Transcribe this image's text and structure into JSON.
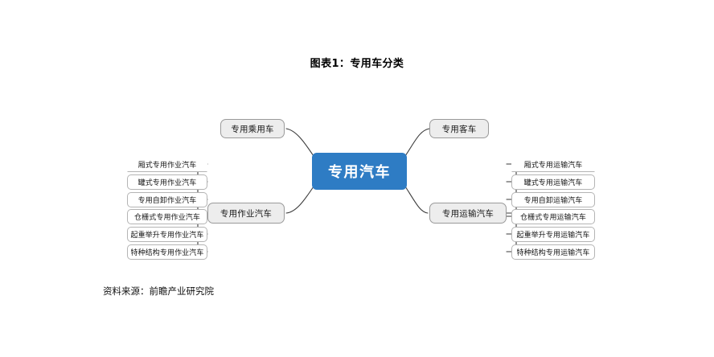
{
  "title": "图表1：专用车分类",
  "source": "资料来源：前瞻产业研究院",
  "colors": {
    "center_fill": "#2e7cc4",
    "center_text": "#ffffff",
    "branch_fill": "#ededed",
    "branch_border": "#9a9a9a",
    "leaf_fill": "#ffffff",
    "leaf_border": "#b4b4b4",
    "connector": "#3a3a3a",
    "background": "#ffffff"
  },
  "diagram": {
    "type": "mind-map",
    "center": {
      "label": "专用汽车"
    },
    "branches": [
      {
        "id": "passenger",
        "label": "专用乘用车",
        "side": "left",
        "position": "top",
        "leaves": []
      },
      {
        "id": "bus",
        "label": "专用客车",
        "side": "right",
        "position": "top",
        "leaves": []
      },
      {
        "id": "work",
        "label": "专用作业汽车",
        "side": "left",
        "position": "bottom",
        "leaves": [
          "厢式专用作业汽车",
          "罐式专用作业汽车",
          "专用自卸作业汽车",
          "仓栅式专用作业汽车",
          "起重举升专用作业汽车",
          "特种结构专用作业汽车"
        ]
      },
      {
        "id": "transport",
        "label": "专用运输汽车",
        "side": "right",
        "position": "bottom",
        "leaves": [
          "厢式专用运输汽车",
          "罐式专用运输汽车",
          "专用自卸运输汽车",
          "仓栅式专用运输汽车",
          "起重举升专用运输汽车",
          "特种结构专用运输汽车"
        ]
      }
    ]
  }
}
